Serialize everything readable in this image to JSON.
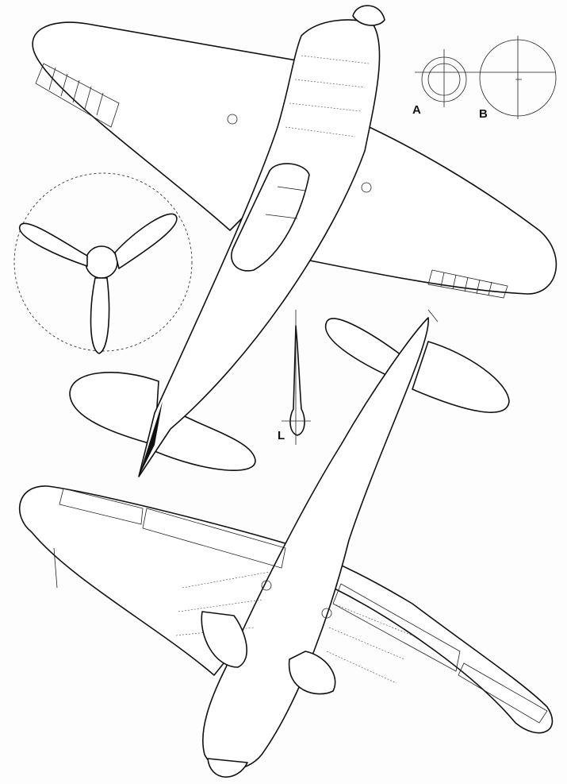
{
  "labels": {
    "a": "A",
    "b": "B",
    "l": "L"
  },
  "colors": {
    "line": "#111111",
    "background": "#ffffff"
  },
  "views": [
    "upper-surface-plan",
    "lower-surface-plan",
    "propeller-front-view",
    "detail-a",
    "detail-b",
    "detail-l"
  ]
}
